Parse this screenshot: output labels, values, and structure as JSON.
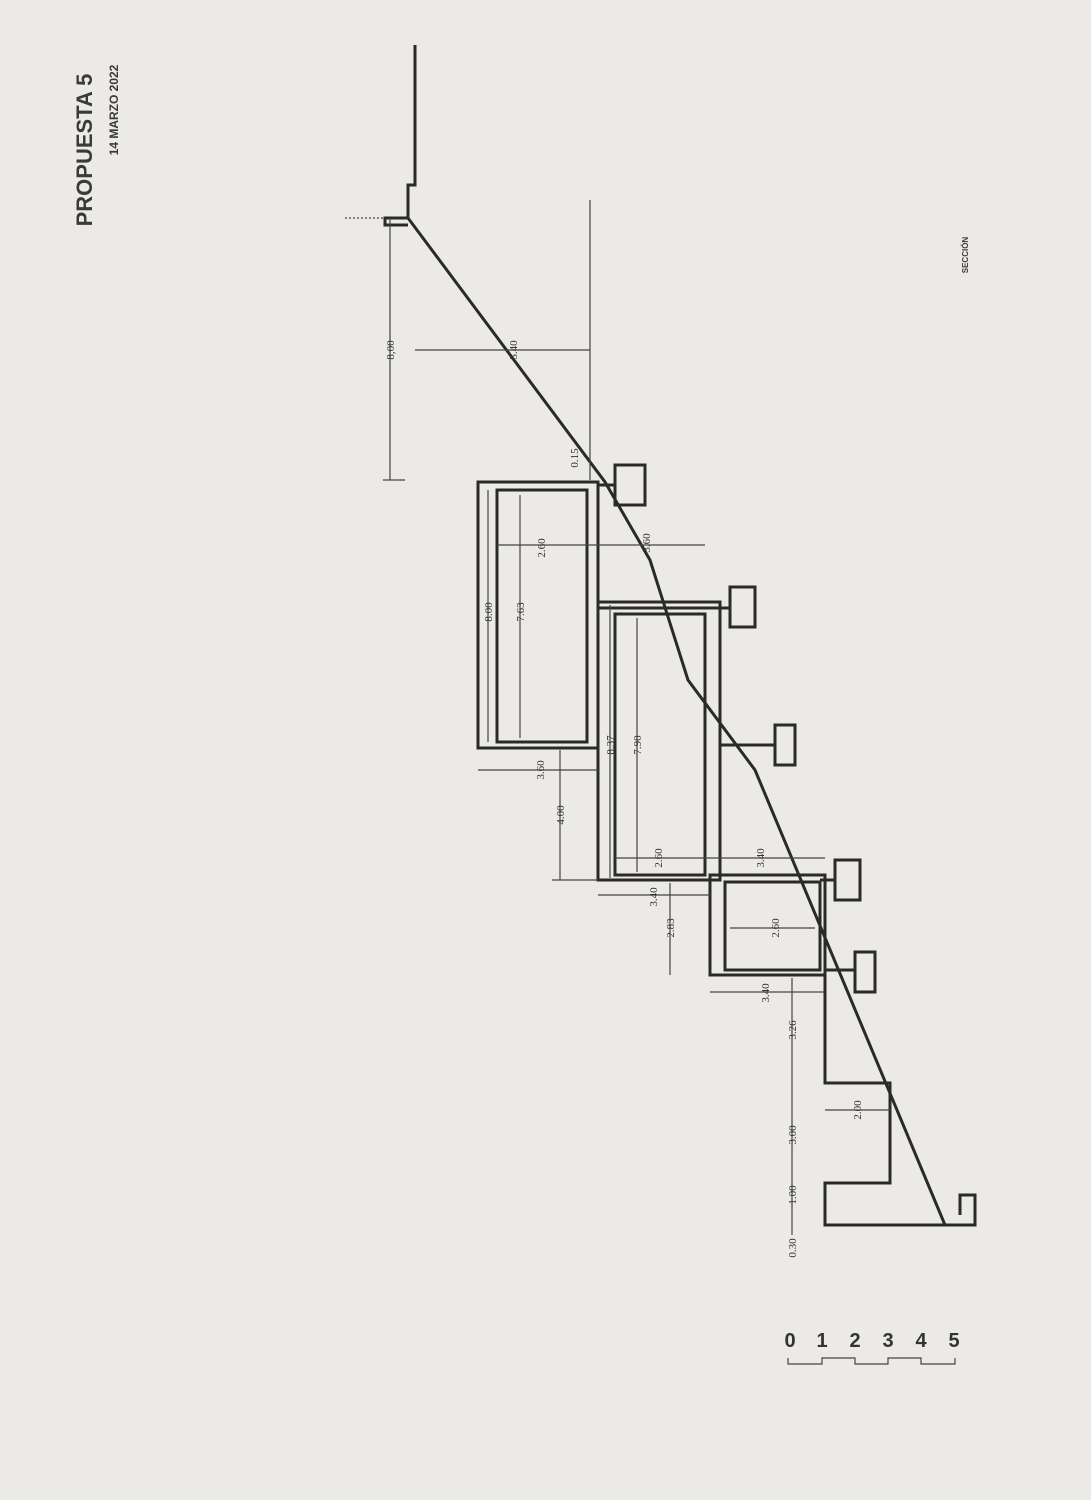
{
  "title": "PROPUESTA 5",
  "date": "14 MARZO 2022",
  "view_label": "SECCIÓN",
  "scale_labels": [
    "0",
    "1",
    "2",
    "3",
    "4",
    "5"
  ],
  "dims": [
    "8,00",
    "5.40",
    "0.15",
    "2.60",
    "3.60",
    "8.00",
    "7.63",
    "3.60",
    "4.00",
    "8.37",
    "7.90",
    "2.60",
    "3.40",
    "3.40",
    "2.83",
    "2.60",
    "3.40",
    "3.26",
    "3.00",
    "2.00",
    "1.00",
    "0.30"
  ]
}
